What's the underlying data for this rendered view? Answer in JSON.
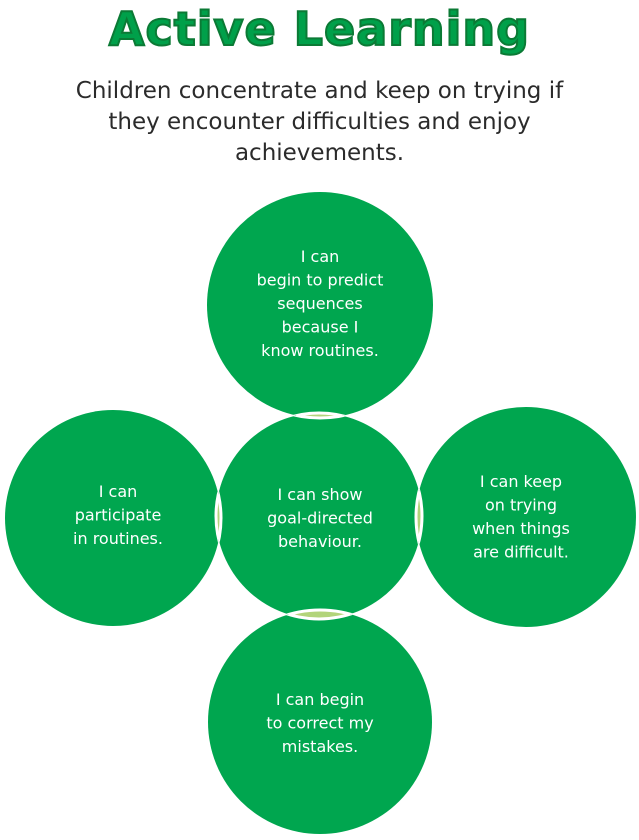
{
  "title": "Active Learning",
  "subtitle": "Children concentrate and keep on trying if they encounter difficulties and enjoy achievements.",
  "colors": {
    "circle": "#00a64f",
    "overlap": "#b2d47a",
    "outline": "#ffffff"
  },
  "circles": {
    "center": {
      "lines": [
        "I can show",
        "goal-directed",
        "behaviour."
      ]
    },
    "top": {
      "lines": [
        "I can",
        "begin to predict",
        "sequences",
        "because I",
        "know routines."
      ]
    },
    "left": {
      "lines": [
        "I can",
        "participate",
        "in routines."
      ]
    },
    "right": {
      "lines": [
        "I can keep",
        "on trying",
        "when things",
        "are difficult."
      ]
    },
    "bottom": {
      "lines": [
        "I can begin",
        "to correct my",
        "mistakes."
      ]
    }
  }
}
